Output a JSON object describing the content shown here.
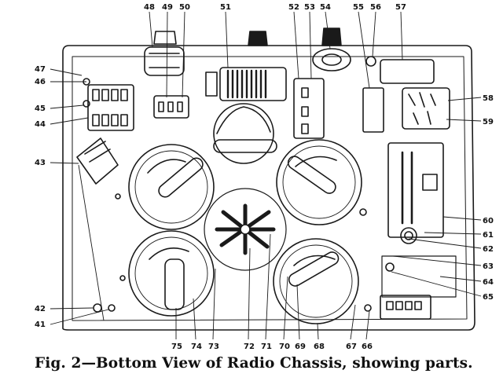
{
  "caption": "Fig. 2—Bottom View of Radio Chassis, showing parts.",
  "callouts": [
    "41",
    "42",
    "43",
    "44",
    "45",
    "46",
    "47",
    "48",
    "49",
    "50",
    "51",
    "52",
    "53",
    "54",
    "55",
    "56",
    "57",
    "58",
    "59",
    "60",
    "61",
    "62",
    "63",
    "64",
    "65",
    "66",
    "67",
    "68",
    "69",
    "70",
    "71",
    "72",
    "73",
    "74",
    "75"
  ]
}
